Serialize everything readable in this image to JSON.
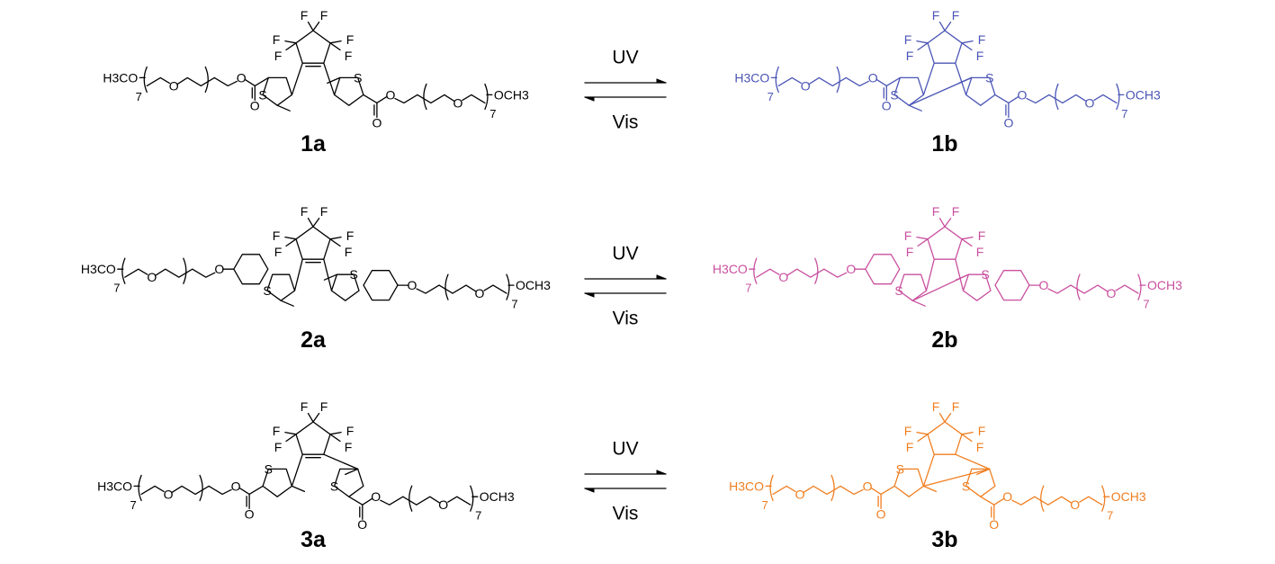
{
  "colors": {
    "open_form": "#000000",
    "closed_1b": "#4b55b5",
    "closed_2b": "#c9509f",
    "closed_3b": "#f07f22"
  },
  "labels": {
    "fluorine": "F",
    "sulfur": "S",
    "oxygen": "O",
    "left_terminal": "H3CO",
    "right_terminal": "OCH3",
    "repeat_count": "7"
  },
  "reactions": [
    {
      "open_label": "1a",
      "closed_label": "1b",
      "forward_label": "UV",
      "reverse_label": "Vis",
      "linker": "ester"
    },
    {
      "open_label": "2a",
      "closed_label": "2b",
      "forward_label": "UV",
      "reverse_label": "Vis",
      "linker": "ether"
    },
    {
      "open_label": "3a",
      "closed_label": "3b",
      "forward_label": "UV",
      "reverse_label": "Vis",
      "linker": "ester"
    }
  ]
}
